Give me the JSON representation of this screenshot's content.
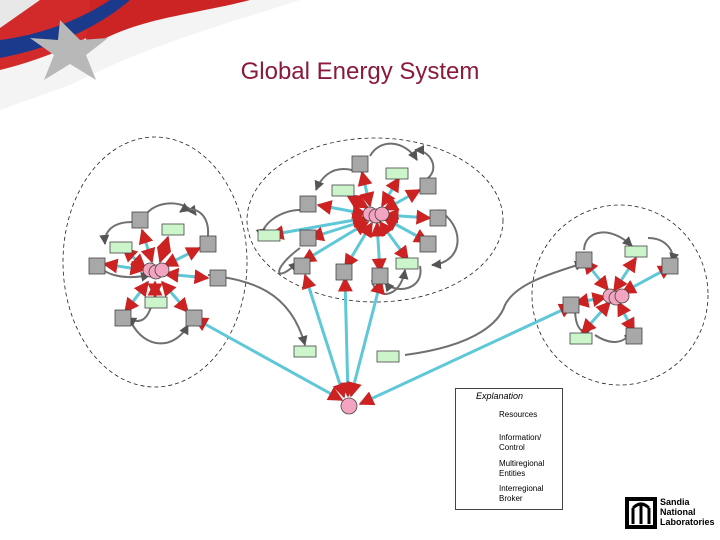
{
  "slide": {
    "title": "Global Energy System"
  },
  "legend": {
    "title": "Explanation",
    "items": [
      {
        "key": "resources",
        "label": "Resources",
        "icon": "resource-line"
      },
      {
        "key": "info",
        "label": "Information/ Control",
        "icon": "squiggle-arrow"
      },
      {
        "key": "multi",
        "label": "Multiregional Entities",
        "icon": "green-rectangle"
      },
      {
        "key": "broker",
        "label": "Interregional Broker",
        "icon": "pink-octagon"
      }
    ]
  },
  "logo": {
    "lines": [
      "Sandia",
      "National",
      "Laboratories"
    ]
  },
  "colors": {
    "title": "#8b1a3a",
    "resource_line": "#5fc8d8",
    "resource_legend": "#c06070",
    "arrowhead": "#cc2222",
    "control_line": "#707070",
    "node_gray": "#a8a8a8",
    "entity_green": "#ccf5cc",
    "broker_pink": "#f2a4c0"
  }
}
